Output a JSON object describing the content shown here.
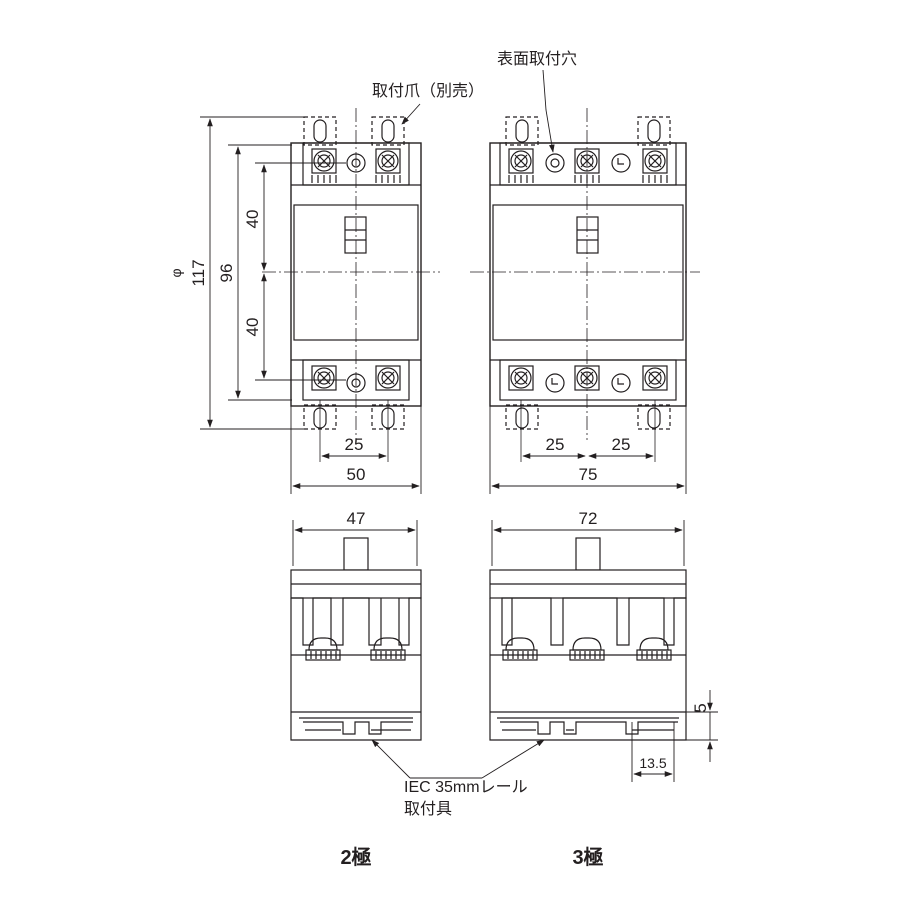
{
  "callouts": {
    "surface_mount_hole": "表面取付穴",
    "mounting_claw": "取付爪（別売）",
    "din_rail_bracket_line1": "IEC 35mmレール",
    "din_rail_bracket_line2": "取付具"
  },
  "dimensions": {
    "two_pole": {
      "overall_height": "117",
      "mount_pitch": "96",
      "upper_half": "40",
      "lower_half": "40",
      "terminal_pitch": "25",
      "width": "50",
      "side_width": "47",
      "phi_symbol": "φ"
    },
    "three_pole": {
      "terminal_pitch_left": "25",
      "terminal_pitch_right": "25",
      "width": "75",
      "side_width": "72",
      "rail_offset": "5",
      "rail_slot": "13.5"
    }
  },
  "captions": {
    "two_pole": "2極",
    "three_pole": "3極"
  },
  "colors": {
    "line": "#231f20",
    "background": "#ffffff"
  }
}
